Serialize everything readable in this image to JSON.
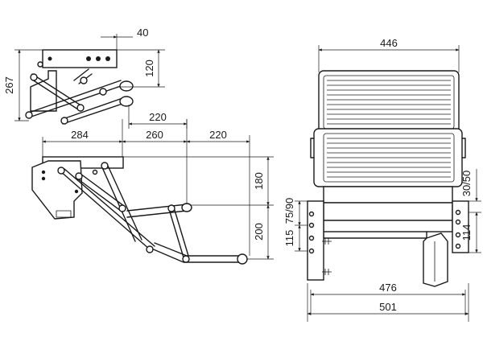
{
  "dimensions": {
    "top_offset": "40",
    "top_height_120": "120",
    "top_total_267": "267",
    "top_extend_220": "220",
    "side_width_284": "284",
    "side_span_260": "260",
    "side_span_220": "220",
    "side_height_180": "180",
    "side_height_200": "200",
    "front_width_446": "446",
    "front_width_476": "476",
    "front_width_501": "501",
    "front_115": "115",
    "front_75_90": "75/90",
    "front_30_50": "30/50",
    "front_114": "114"
  },
  "colors": {
    "line": "#1a1a1a",
    "background": "#ffffff"
  }
}
